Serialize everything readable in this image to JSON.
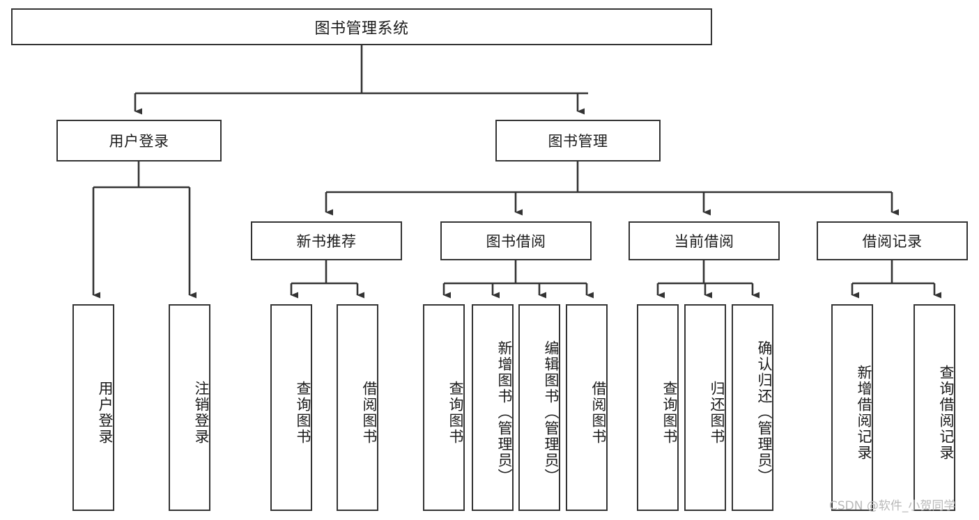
{
  "diagram": {
    "type": "hierarchy-tree",
    "title": "图书管理系统",
    "root": {
      "id": "root",
      "label": "图书管理系统"
    },
    "level2": [
      {
        "id": "user-login",
        "label": "用户登录"
      },
      {
        "id": "book-manage",
        "label": "图书管理"
      }
    ],
    "level3": [
      {
        "id": "new-book-recommend",
        "label": "新书推荐",
        "parent": "book-manage"
      },
      {
        "id": "book-borrow",
        "label": "图书借阅",
        "parent": "book-manage"
      },
      {
        "id": "current-borrow",
        "label": "当前借阅",
        "parent": "book-manage"
      },
      {
        "id": "borrow-record",
        "label": "借阅记录",
        "parent": "book-manage"
      }
    ],
    "leaves": {
      "user_login": [
        {
          "id": "leaf-user-login",
          "label": "用户登录"
        },
        {
          "id": "leaf-user-logout",
          "label": "注销登录"
        }
      ],
      "new_book_recommend": [
        {
          "id": "leaf-query-book-1",
          "label": "查询图书"
        },
        {
          "id": "leaf-borrow-book-1",
          "label": "借阅图书"
        }
      ],
      "book_borrow": [
        {
          "id": "leaf-query-book-2",
          "label": "查询图书"
        },
        {
          "id": "leaf-add-book",
          "label": "新增图书（管理员）"
        },
        {
          "id": "leaf-edit-book",
          "label": "编辑图书（管理员）"
        },
        {
          "id": "leaf-borrow-book-2",
          "label": "借阅图书"
        }
      ],
      "current_borrow": [
        {
          "id": "leaf-query-book-3",
          "label": "查询图书"
        },
        {
          "id": "leaf-return-book",
          "label": "归还图书"
        },
        {
          "id": "leaf-confirm-return",
          "label": "确认归还（管理员）"
        }
      ],
      "borrow_record": [
        {
          "id": "leaf-add-record",
          "label": "新增借阅记录"
        },
        {
          "id": "leaf-query-record",
          "label": "查询借阅记录"
        }
      ]
    }
  },
  "watermark": {
    "text": "CSDN @软件_小贺同学"
  },
  "colors": {
    "box_border": "#333333",
    "box_fill": "#ffffff",
    "connector": "#333333",
    "text": "#1a1a1a",
    "watermark": "#b9b9b9",
    "background": "#ffffff"
  }
}
